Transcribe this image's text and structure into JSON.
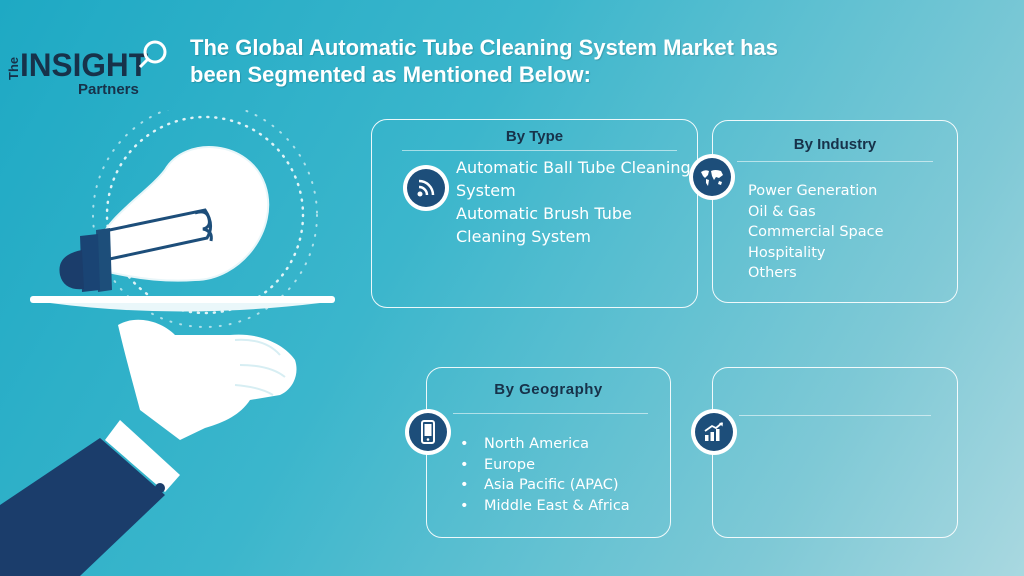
{
  "logo": {
    "the": "The",
    "insight": "INSIGHT",
    "partners": "Partners"
  },
  "headline": {
    "line1": "The Global Automatic Tube Cleaning System Market has",
    "line2": "been Segmented as Mentioned Below:"
  },
  "cards": {
    "type": {
      "title": "By Type",
      "icon": "wifi-signal-icon",
      "items": [
        "Automatic Ball Tube Cleaning System",
        "Automatic Brush Tube Cleaning System"
      ]
    },
    "industry": {
      "title": "By Industry",
      "icon": "world-map-icon",
      "items": [
        "Power Generation",
        "Oil & Gas",
        "Commercial Space",
        "Hospitality",
        "Others"
      ]
    },
    "geography": {
      "title": "By Geography",
      "icon": "mobile-phone-icon",
      "items": [
        "North America",
        "Europe",
        "Asia Pacific (APAC)",
        "Middle East & Africa"
      ]
    },
    "fourth": {
      "title": "",
      "icon": "growth-chart-icon",
      "items": []
    }
  },
  "colors": {
    "background_start": "#1ea9c4",
    "background_end": "#a9d8e0",
    "title_text": "#17324a",
    "badge_fill": "#1d4e7a",
    "sleeve": "#1b3d6b"
  }
}
